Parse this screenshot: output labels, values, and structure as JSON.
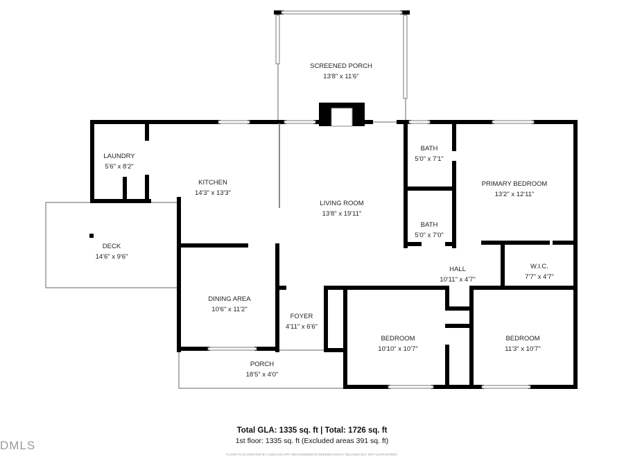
{
  "rooms": [
    {
      "name": "SCREENED PORCH",
      "dims": "13'8\" x 11'6\""
    },
    {
      "name": "LAUNDRY",
      "dims": "5'6\" x 8'2\""
    },
    {
      "name": "KITCHEN",
      "dims": "14'3\" x 13'3\""
    },
    {
      "name": "LIVING ROOM",
      "dims": "13'8\" x 19'11\""
    },
    {
      "name": "BATH",
      "dims": "5'0\" x 7'1\""
    },
    {
      "name": "PRIMARY BEDROOM",
      "dims": "13'2\" x 12'11\""
    },
    {
      "name": "BATH",
      "dims": "5'0\" x 7'0\""
    },
    {
      "name": "DECK",
      "dims": "14'6\" x 9'6\""
    },
    {
      "name": "HALL",
      "dims": "10'11\" x 4'7\""
    },
    {
      "name": "W.I.C.",
      "dims": "7'7\" x 4'7\""
    },
    {
      "name": "DINING AREA",
      "dims": "10'6\" x 11'2\""
    },
    {
      "name": "FOYER",
      "dims": "4'11\" x 6'6\""
    },
    {
      "name": "BEDROOM",
      "dims": "10'10\" x 10'7\""
    },
    {
      "name": "BEDROOM",
      "dims": "11'3\" x 10'7\""
    },
    {
      "name": "PORCH",
      "dims": "18'5\" x 4'0\""
    }
  ],
  "totals": {
    "main": "Total GLA: 1335 sq. ft | Total: 1726 sq. ft",
    "floor": "1st floor: 1335 sq. ft (Excluded areas 391 sq. ft)",
    "disclaimer": "FLOOR PLAN CREATED BY CUBICASA APP. MEASUREMENTS DEEMED HIGHLY RELIABLE BUT NOT GUARANTEED."
  },
  "watermark": "DMLS",
  "colors": {
    "wall": "#000000",
    "thin": "#555555"
  }
}
